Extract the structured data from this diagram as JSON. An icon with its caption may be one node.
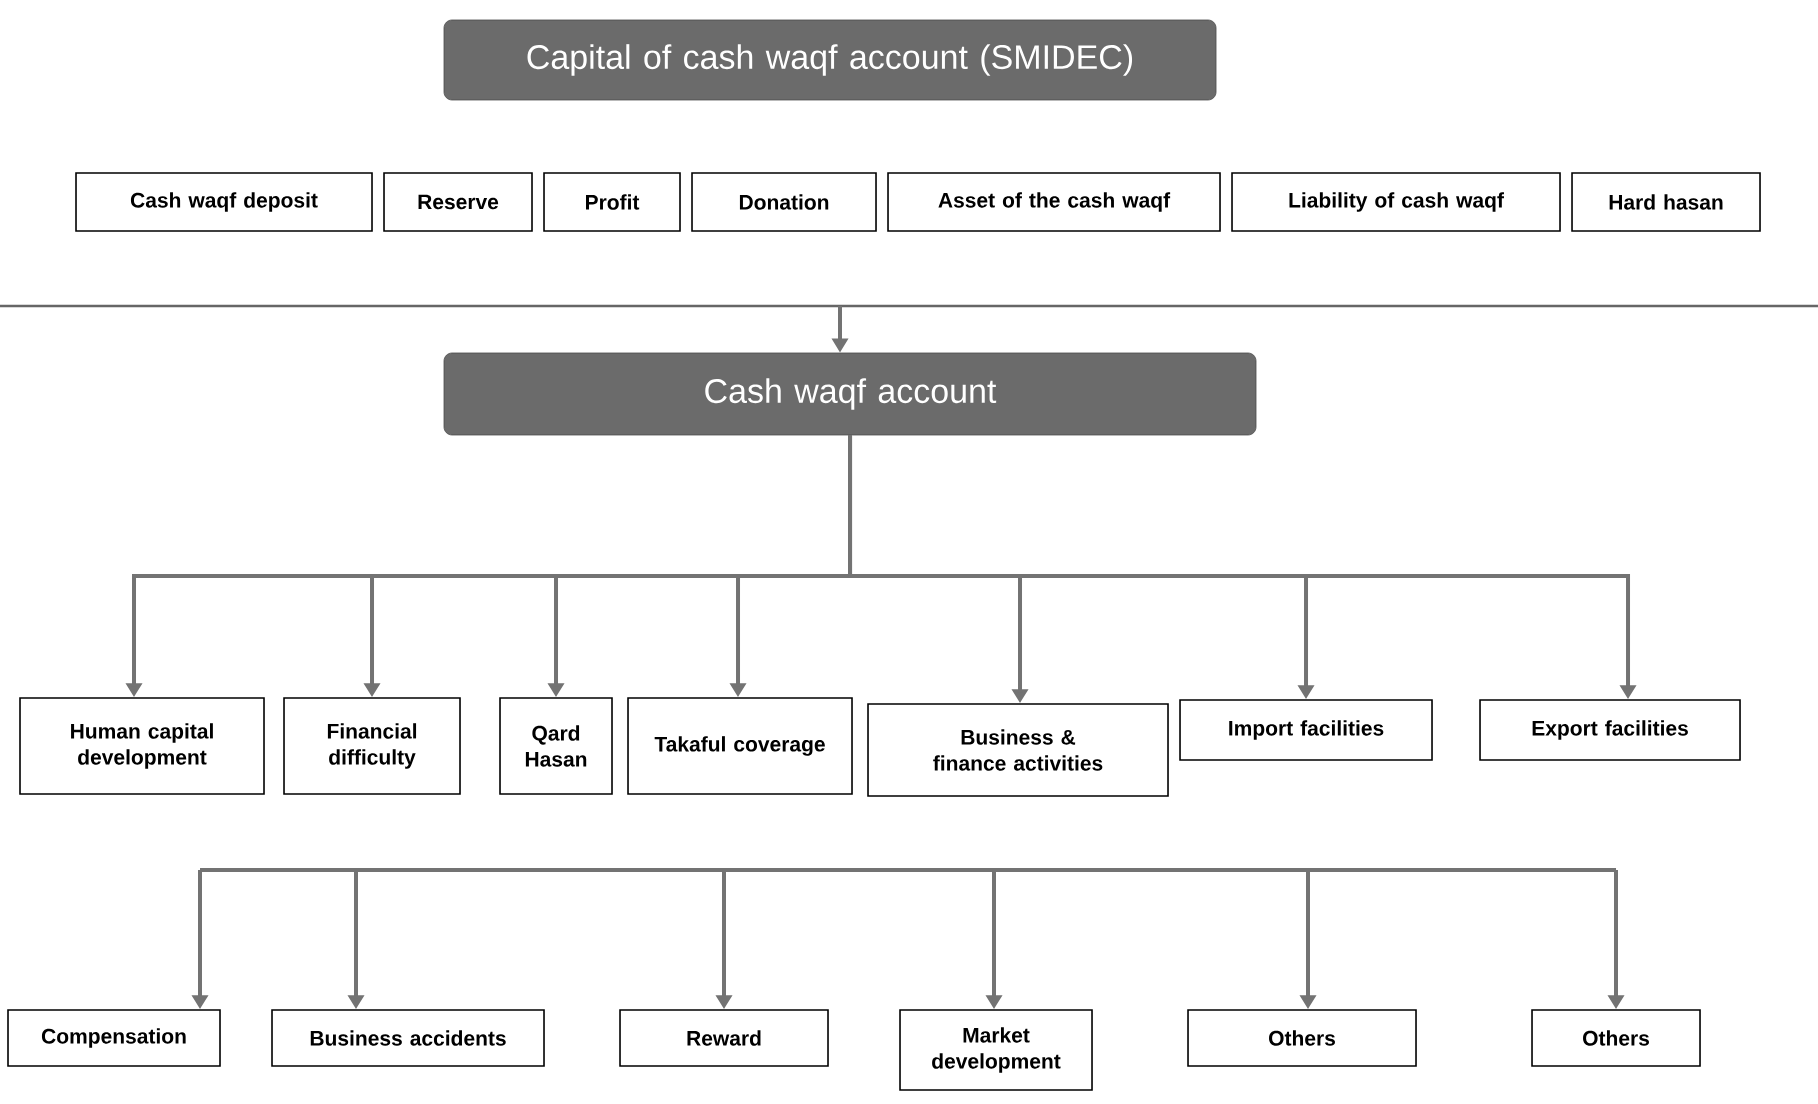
{
  "diagram": {
    "nodes": [
      {
        "text": [
          "Capital of cash waqf account (SMIDEC)"
        ]
      },
      {
        "text": [
          "Cash waqf deposit"
        ]
      },
      {
        "text": [
          "Reserve"
        ]
      },
      {
        "text": [
          "Profit"
        ]
      },
      {
        "text": [
          "Donation"
        ]
      },
      {
        "text": [
          "Asset of the cash waqf"
        ]
      },
      {
        "text": [
          "Liability of cash waqf"
        ]
      },
      {
        "text": [
          "Hard hasan"
        ]
      },
      {
        "text": [
          "Cash waqf account"
        ]
      },
      {
        "text": [
          "Human capital development"
        ]
      },
      {
        "text": [
          "Financial difficulty"
        ]
      },
      {
        "text": [
          "Qard Hasan"
        ]
      },
      {
        "text": [
          "Takaful coverage"
        ]
      },
      {
        "text": [
          "Business & finance activities"
        ]
      },
      {
        "text": [
          "Import facilities"
        ]
      },
      {
        "text": [
          "Export facilities"
        ]
      },
      {
        "text": [
          "Compensation"
        ]
      },
      {
        "text": [
          "Business accidents"
        ]
      },
      {
        "text": [
          "Reward"
        ]
      },
      {
        "text": [
          "Market development"
        ]
      },
      {
        "text": [
          "Others"
        ]
      },
      {
        "text": [
          "Others"
        ]
      }
    ],
    "edges": [
      {
        "from": null,
        "to": 8,
        "arrow": "to"
      },
      {
        "from": 8,
        "to": 9,
        "arrow": "to"
      },
      {
        "from": 8,
        "to": 10,
        "arrow": "to"
      },
      {
        "from": 8,
        "to": 11,
        "arrow": "to"
      },
      {
        "from": 8,
        "to": 12,
        "arrow": "to"
      },
      {
        "from": 8,
        "to": 13,
        "arrow": "to"
      },
      {
        "from": 8,
        "to": 14,
        "arrow": "to"
      },
      {
        "from": 8,
        "to": 15,
        "arrow": "to"
      },
      {
        "from": null,
        "to": 16,
        "arrow": "to"
      },
      {
        "from": null,
        "to": 17,
        "arrow": "to"
      },
      {
        "from": null,
        "to": 18,
        "arrow": "to"
      },
      {
        "from": null,
        "to": 19,
        "arrow": "to"
      },
      {
        "from": null,
        "to": 20,
        "arrow": "to"
      },
      {
        "from": null,
        "to": 21,
        "arrow": "to"
      }
    ]
  }
}
